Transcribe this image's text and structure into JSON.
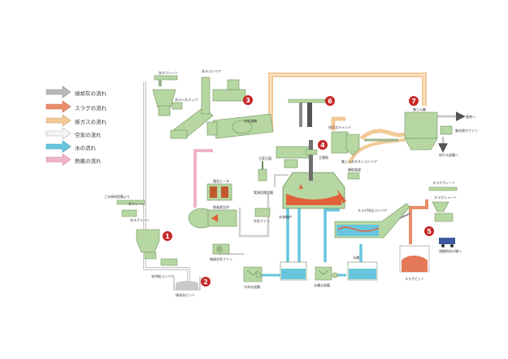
{
  "legend": [
    {
      "label": "焼却灰の流れ",
      "color": "#b9b9b9"
    },
    {
      "label": "スラグの流れ",
      "color": "#e98d6a"
    },
    {
      "label": "排ガスの流れ",
      "color": "#f2c997"
    },
    {
      "label": "空気の流れ",
      "color": "#dedede"
    },
    {
      "label": "水の流れ",
      "color": "#67c5dd"
    },
    {
      "label": "熱風の流れ",
      "color": "#efb3c6"
    }
  ],
  "colors": {
    "equipment": "#b7d7a2",
    "equipment_stroke": "#6e8f5c",
    "ash": "#c9c9c9",
    "slag": "#e0603a",
    "gas": "#f2c997",
    "air": "#cfcfcf",
    "water": "#67c5dd",
    "hot_air": "#efb3c6",
    "step_badge": "#c62828"
  },
  "steps": [
    "1",
    "2",
    "3",
    "4",
    "5",
    "6",
    "7"
  ],
  "labels": {
    "crane_top": "灰汁クレーン",
    "hopper": "灰汁入れホッパ",
    "conveyor_top": "灰汁コンベア",
    "ash_source": "ごみ焼却設備より",
    "ash_crane": "灰クレーン",
    "screen": "灰スクリーン",
    "feed_conveyor": "灰供給コンベア",
    "ash_pit": "焼却灰ピット",
    "dryer": "灰乾燥機",
    "heater": "熱風発生炉",
    "electric_heater": "電気ヒータ",
    "combustion_fan": "燃焼空気ファン",
    "air_fan": "空気ファン",
    "power_room": "電源回路設備",
    "transformer": "主変圧器",
    "furnace": "灰溶融炉",
    "electrode": "主電極",
    "aux_equipment": "補助電源",
    "slag_conveyor": "スラグ排出コンベア",
    "slag_crane": "スラグクレーン",
    "slag_chute": "スラグシュート",
    "slag_pit": "スラグピット",
    "metal_out": "溶融飛灰の場へ",
    "gas_chamber": "排ガスチャンバ",
    "dust_conveyor": "集じん灰ダストコンベア",
    "bag_filter": "集じん機",
    "exhaust_fan": "集合誘引ファン",
    "to_stack": "煙突へ",
    "to_gas_treatment": "排ガス設備へ",
    "cooling_water": "冷却水設備",
    "circulation_water": "水槽水設備",
    "water_tank": "水槽"
  }
}
